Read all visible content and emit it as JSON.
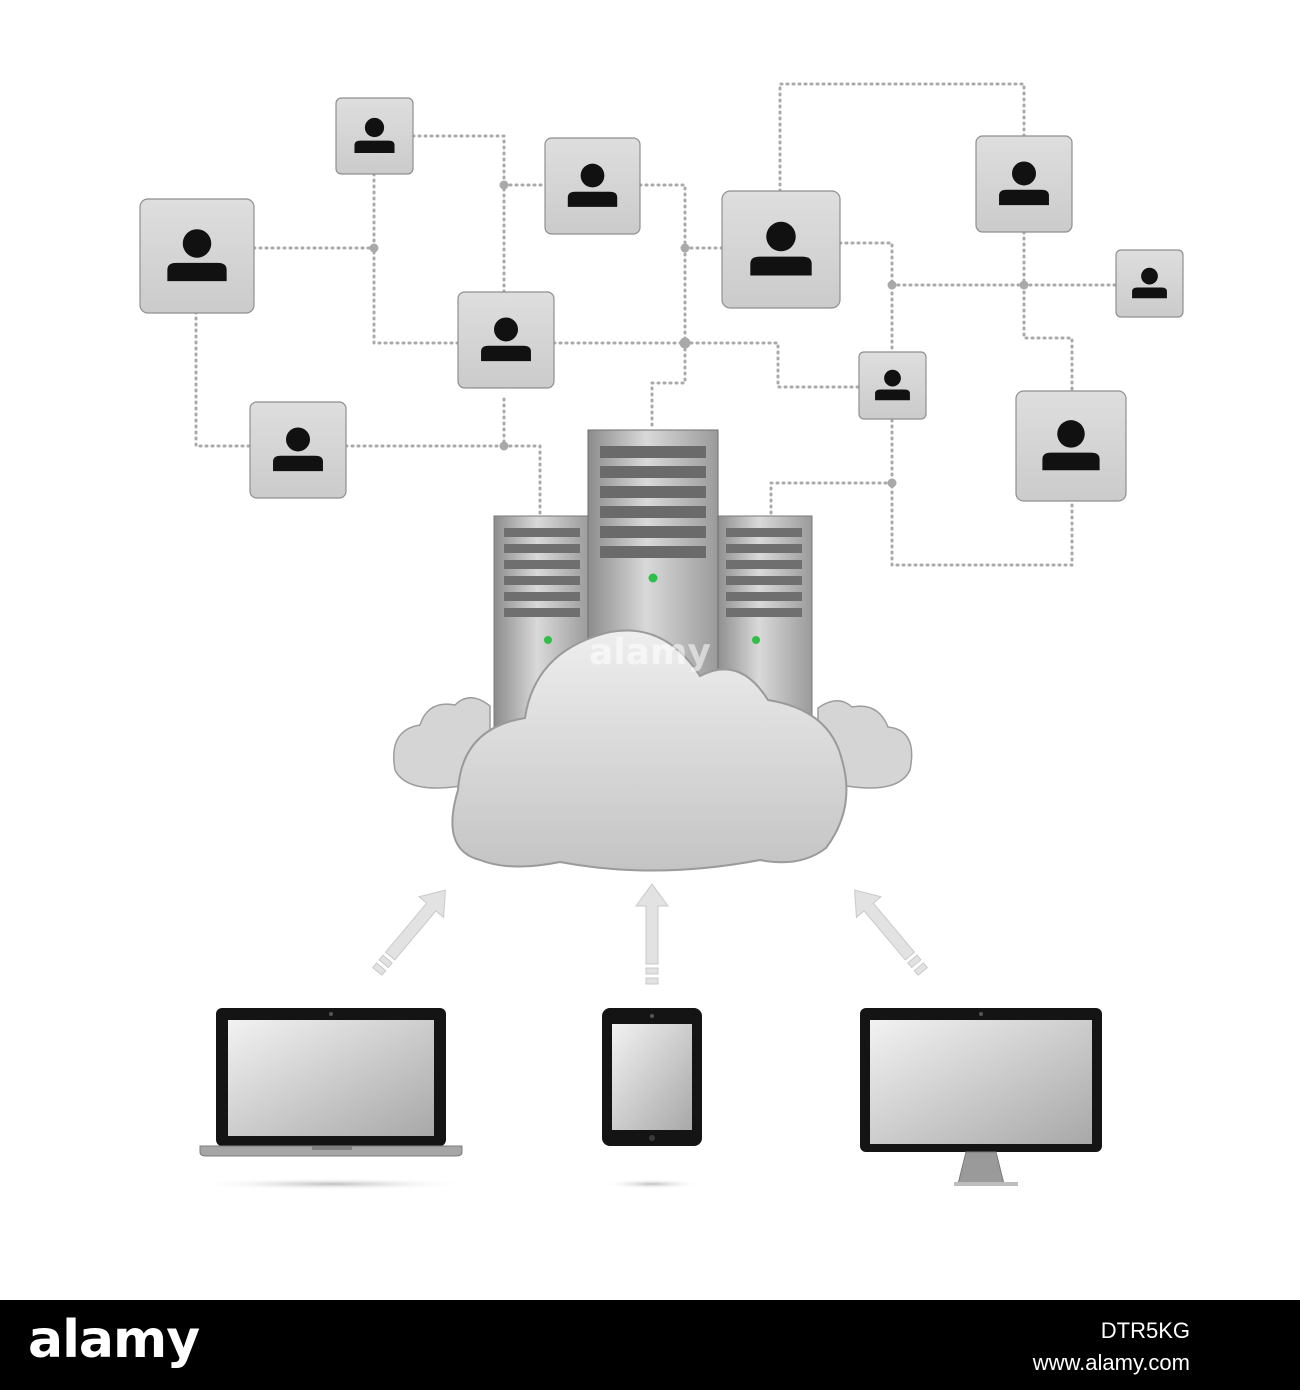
{
  "diagram": {
    "users": [
      {
        "id": "user-1"
      },
      {
        "id": "user-2"
      },
      {
        "id": "user-3"
      },
      {
        "id": "user-4"
      },
      {
        "id": "user-5"
      },
      {
        "id": "user-6"
      },
      {
        "id": "user-7"
      },
      {
        "id": "user-8"
      },
      {
        "id": "user-9"
      },
      {
        "id": "user-10"
      },
      {
        "id": "user-11"
      }
    ],
    "hub": {
      "servers": 3,
      "status_light_color": "#2fbf4a",
      "cloud_color": "#d6d6d6"
    },
    "devices": [
      {
        "id": "laptop",
        "icon": "laptop-icon"
      },
      {
        "id": "tablet",
        "icon": "tablet-icon"
      },
      {
        "id": "monitor",
        "icon": "monitor-icon"
      }
    ],
    "colors": {
      "connector": "#a9a9a9",
      "user_tile": "#d4d4d4",
      "user_glyph": "#111111"
    }
  },
  "watermark": {
    "text": "alamy"
  },
  "footer": {
    "brand": "alamy",
    "image_code": "DTR5KG",
    "url": "www.alamy.com"
  }
}
